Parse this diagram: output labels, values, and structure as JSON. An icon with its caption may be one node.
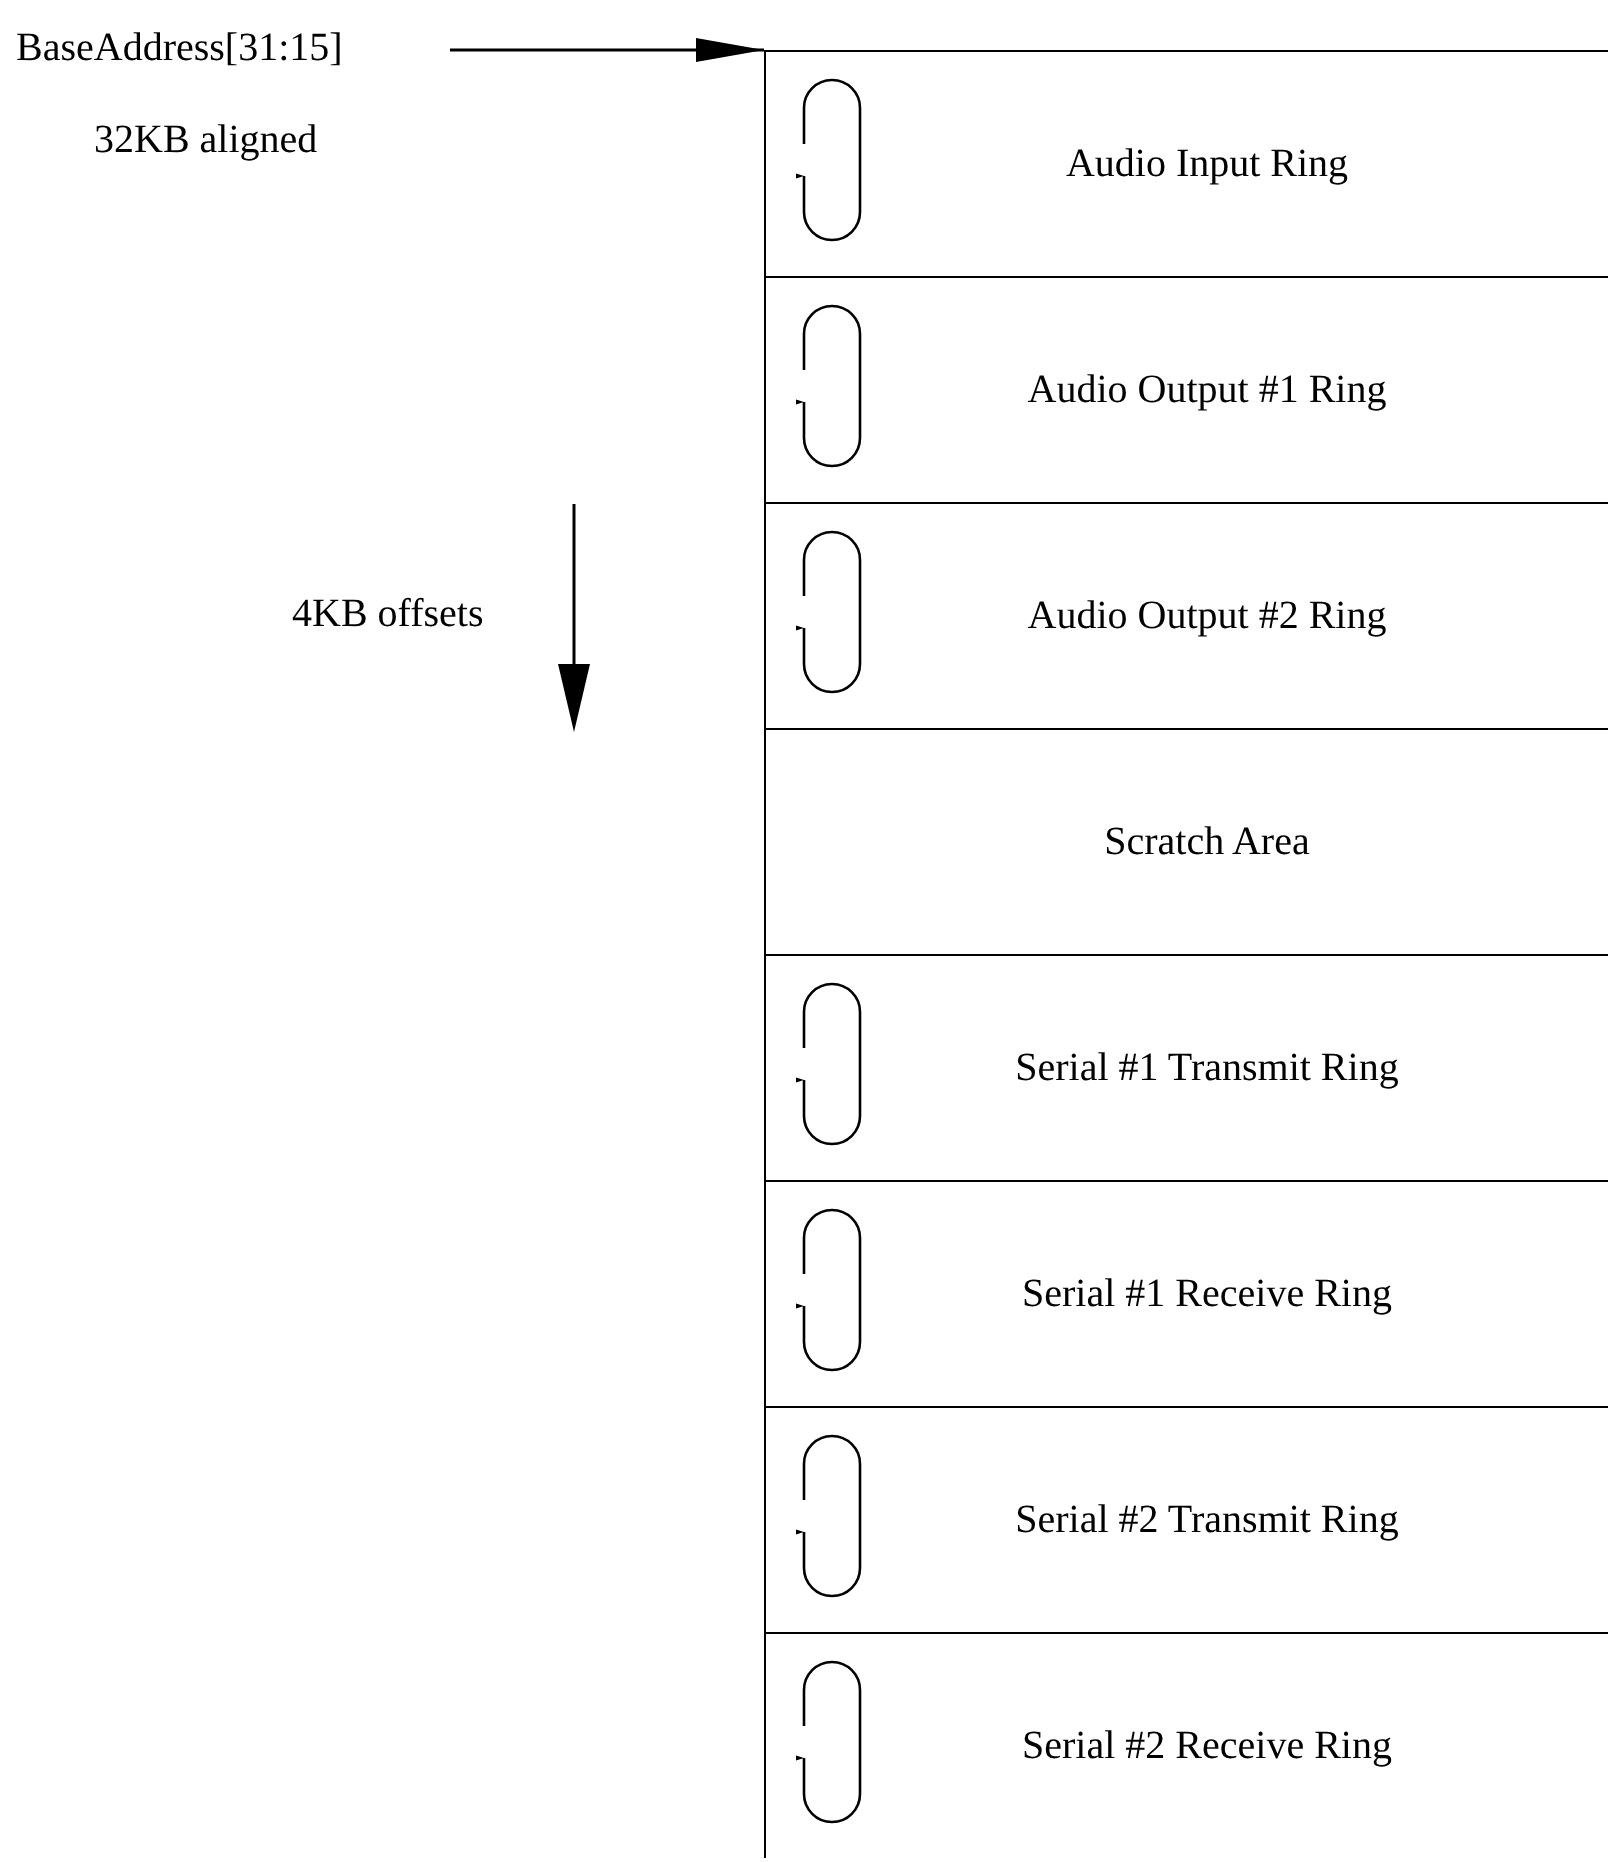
{
  "diagram": {
    "nodes": [
      {
        "text": [
          "BaseAddress[31:15]"
        ]
      },
      {
        "text": [
          "Audio Input Ring"
        ]
      },
      {
        "text": [
          "Audio Output #1 Ring"
        ]
      },
      {
        "text": [
          "Audio Output #2 Ring"
        ]
      },
      {
        "text": [
          "Scratch Area"
        ]
      },
      {
        "text": [
          "Serial #1 Transmit Ring"
        ]
      },
      {
        "text": [
          "Serial #1 Receive Ring"
        ]
      },
      {
        "text": [
          "Serial #2 Transmit Ring"
        ]
      },
      {
        "text": [
          "Serial #2 Receive Ring"
        ]
      }
    ],
    "edges": [
      {
        "from": 0,
        "to": 1,
        "arrow": "to"
      }
    ],
    "labels": [
      "32KB aligned",
      "4KB offsets"
    ]
  }
}
